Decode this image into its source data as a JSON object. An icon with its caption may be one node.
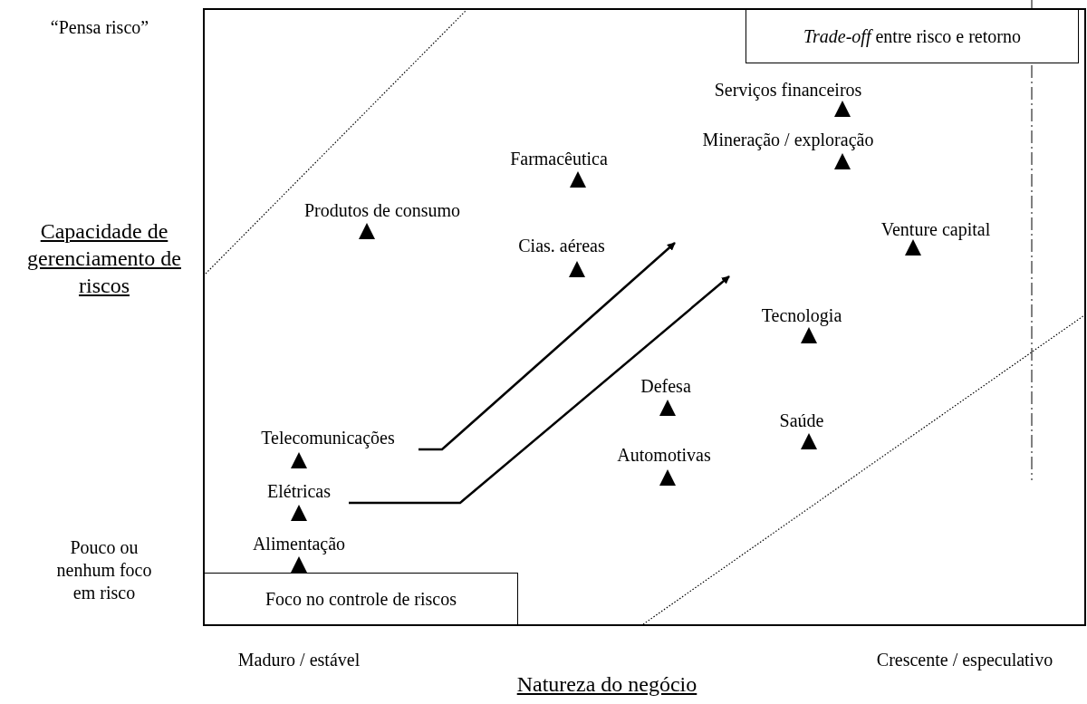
{
  "diagram": {
    "nodes": [
      {
        "text": [
          "*Trade-off* entre risco e retorno"
        ]
      },
      {
        "text": [
          "Serviços financeiros"
        ]
      },
      {
        "text": [
          "Mineração / exploração"
        ]
      },
      {
        "text": [
          "Farmacêutica"
        ]
      },
      {
        "text": [
          "Produtos de consumo"
        ]
      },
      {
        "text": [
          "Cias. aéreas"
        ]
      },
      {
        "text": [
          "Venture capital"
        ]
      },
      {
        "text": [
          "Tecnologia"
        ]
      },
      {
        "text": [
          "Defesa"
        ]
      },
      {
        "text": [
          "Saúde"
        ]
      },
      {
        "text": [
          "Telecomunicações"
        ]
      },
      {
        "text": [
          "Automotivas"
        ]
      },
      {
        "text": [
          "Elétricas"
        ]
      },
      {
        "text": [
          "Alimentação"
        ]
      },
      {
        "text": [
          "Foco no controle de riscos"
        ]
      }
    ],
    "edges": [
      {
        "from": 10,
        "to": null,
        "arrow": "to"
      },
      {
        "from": 12,
        "to": null,
        "arrow": "to"
      }
    ],
    "labels": [
      "“Pensa risco”",
      "Capacidade de gerenciamento de riscos",
      "Pouco ou nenhum foco em risco",
      "Maduro / estável",
      "Natureza do negócio",
      "Crescente / especulativo"
    ]
  }
}
